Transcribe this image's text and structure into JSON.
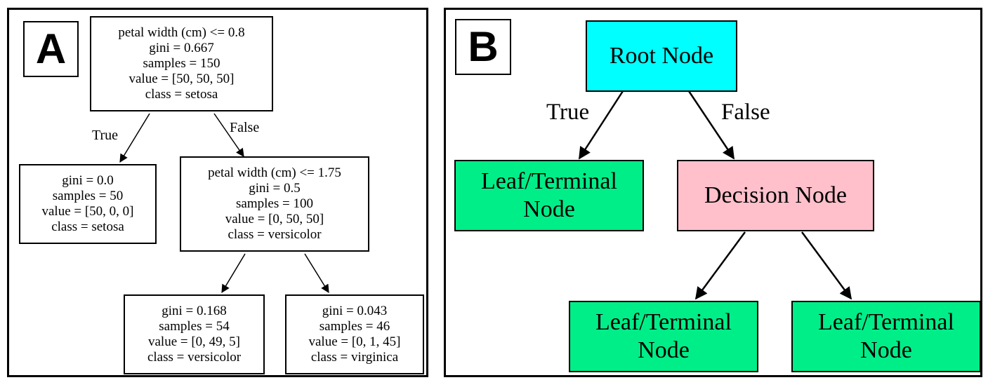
{
  "panelA": {
    "label": "A",
    "nodes": {
      "root": [
        "petal width (cm) <= 0.8",
        "gini = 0.667",
        "samples = 150",
        "value = [50, 50, 50]",
        "class = setosa"
      ],
      "left_leaf": [
        "gini = 0.0",
        "samples = 50",
        "value = [50, 0, 0]",
        "class = setosa"
      ],
      "decision": [
        "petal width (cm) <= 1.75",
        "gini = 0.5",
        "samples = 100",
        "value = [0, 50, 50]",
        "class = versicolor"
      ],
      "leaf_versicolor": [
        "gini = 0.168",
        "samples = 54",
        "value = [0, 49, 5]",
        "class = versicolor"
      ],
      "leaf_virginica": [
        "gini = 0.043",
        "samples = 46",
        "value = [0, 1, 45]",
        "class = virginica"
      ]
    },
    "edge_true": "True",
    "edge_false": "False"
  },
  "panelB": {
    "label": "B",
    "root_label": "Root Node",
    "decision_label": "Decision Node",
    "leaf_line1": "Leaf/Terminal",
    "leaf_line2": "Node",
    "edge_true": "True",
    "edge_false": "False",
    "colors": {
      "root": "#00ffff",
      "decision": "#ffc0cb",
      "leaf": "#00ee88"
    }
  }
}
